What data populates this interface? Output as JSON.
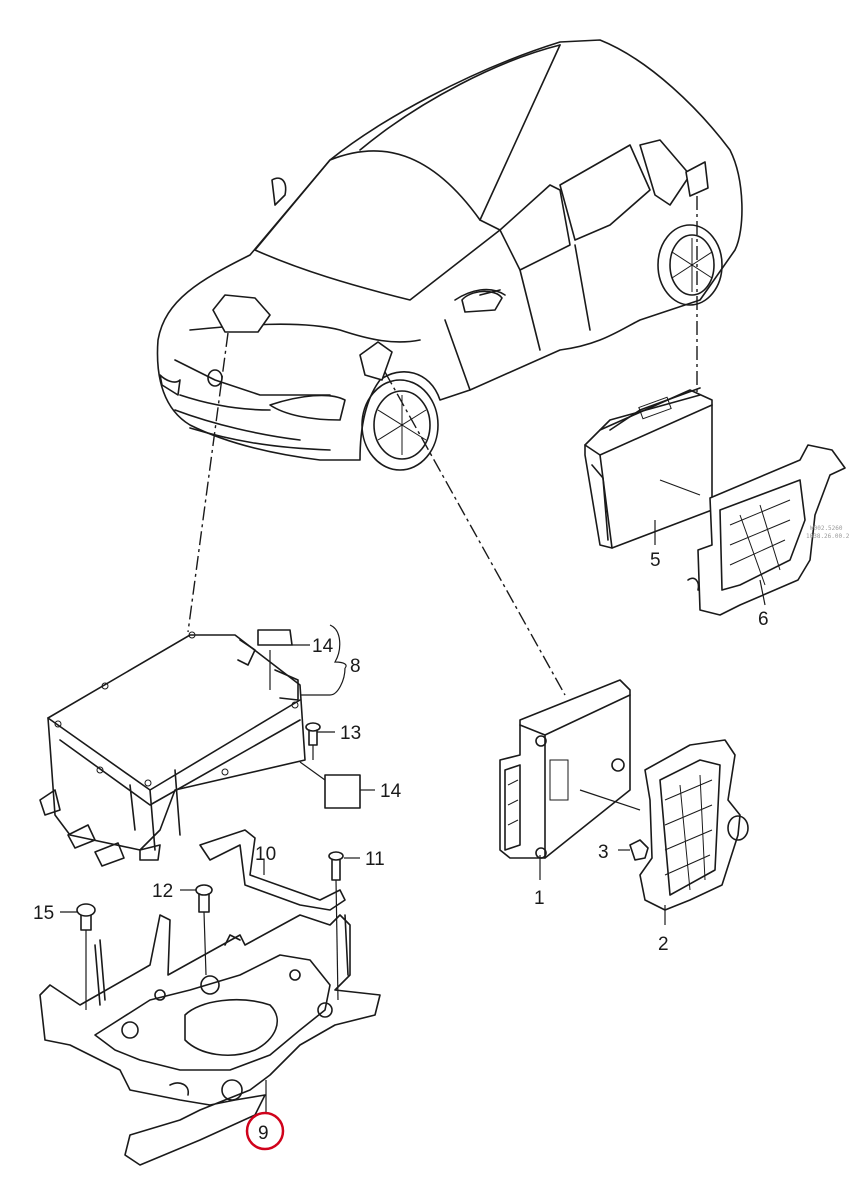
{
  "diagram": {
    "callouts": [
      {
        "id": "1",
        "label": "1"
      },
      {
        "id": "2",
        "label": "2"
      },
      {
        "id": "3",
        "label": "3"
      },
      {
        "id": "5",
        "label": "5"
      },
      {
        "id": "6",
        "label": "6"
      },
      {
        "id": "8",
        "label": "8"
      },
      {
        "id": "9",
        "label": "9",
        "highlighted": true
      },
      {
        "id": "10",
        "label": "10"
      },
      {
        "id": "11",
        "label": "11"
      },
      {
        "id": "12",
        "label": "12"
      },
      {
        "id": "13",
        "label": "13"
      },
      {
        "id": "14a",
        "label": "14"
      },
      {
        "id": "14b",
        "label": "14"
      },
      {
        "id": "15",
        "label": "15"
      }
    ],
    "highlight_color": "#d0021b",
    "line_color": "#1a1a1a",
    "watermark": [
      "W002.5260",
      "1038.26.00.2"
    ]
  }
}
